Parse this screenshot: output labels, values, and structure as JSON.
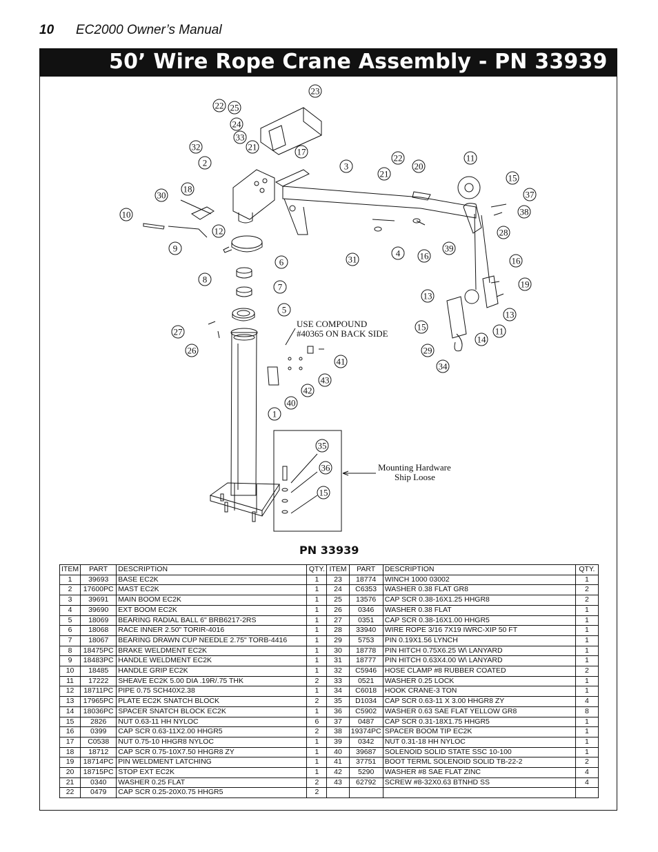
{
  "header": {
    "page_number": "10",
    "manual_title": "EC2000 Owner’s Manual"
  },
  "banner": {
    "title": "50’ Wire Rope Crane Assembly - PN 33939"
  },
  "drawing": {
    "note_line1": "USE COMPOUND",
    "note_line2": "#40365 ON BACK SIDE",
    "mount_line1": "Mounting Hardware",
    "mount_line2": "Ship Loose",
    "callouts": [
      "23",
      "22",
      "25",
      "24",
      "33",
      "32",
      "21",
      "2",
      "17",
      "3",
      "22",
      "21",
      "20",
      "11",
      "15",
      "37",
      "38",
      "18",
      "30",
      "10",
      "12",
      "9",
      "28",
      "39",
      "16",
      "31",
      "4",
      "6",
      "8",
      "7",
      "5",
      "16",
      "19",
      "13",
      "13",
      "15",
      "29",
      "14",
      "11",
      "34",
      "27",
      "26",
      "41",
      "43",
      "42",
      "40",
      "1",
      "35",
      "36",
      "15"
    ]
  },
  "table": {
    "heading": "PN 33939",
    "columns": [
      "ITEM",
      "PART",
      "DESCRIPTION",
      "QTY.",
      "ITEM",
      "PART",
      "DESCRIPTION",
      "QTY."
    ],
    "left": [
      {
        "item": "1",
        "part": "39693",
        "desc": "BASE EC2K",
        "qty": "1"
      },
      {
        "item": "2",
        "part": "17600PC",
        "desc": "MAST EC2K",
        "qty": "1"
      },
      {
        "item": "3",
        "part": "39691",
        "desc": "MAIN BOOM EC2K",
        "qty": "1"
      },
      {
        "item": "4",
        "part": "39690",
        "desc": "EXT BOOM EC2K",
        "qty": "1"
      },
      {
        "item": "5",
        "part": "18069",
        "desc": "BEARING RADIAL BALL 6\" BRB6217-2RS",
        "qty": "1"
      },
      {
        "item": "6",
        "part": "18068",
        "desc": "RACE INNER 2.50\"  TORIR-4016",
        "qty": "1"
      },
      {
        "item": "7",
        "part": "18067",
        "desc": "BEARING DRAWN CUP NEEDLE 2.75\"  TORB-4416",
        "qty": "1"
      },
      {
        "item": "8",
        "part": "18475PC",
        "desc": "BRAKE WELDMENT EC2K",
        "qty": "1"
      },
      {
        "item": "9",
        "part": "18483PC",
        "desc": "HANDLE WELDMENT EC2K",
        "qty": "1"
      },
      {
        "item": "10",
        "part": "18485",
        "desc": "HANDLE GRIP EC2K",
        "qty": "1"
      },
      {
        "item": "11",
        "part": "17222",
        "desc": "SHEAVE EC2K 5.00 DIA .19R/.75 THK",
        "qty": "2"
      },
      {
        "item": "12",
        "part": "18711PC",
        "desc": "PIPE 0.75 SCH40X2.38",
        "qty": "1"
      },
      {
        "item": "13",
        "part": "17965PC",
        "desc": "PLATE EC2K SNATCH BLOCK",
        "qty": "2"
      },
      {
        "item": "14",
        "part": "18036PC",
        "desc": "SPACER SNATCH BLOCK EC2K",
        "qty": "1"
      },
      {
        "item": "15",
        "part": "2826",
        "desc": "NUT 0.63-11 HH NYLOC",
        "qty": "6"
      },
      {
        "item": "16",
        "part": "0399",
        "desc": "CAP SCR 0.63-11X2.00 HHGR5",
        "qty": "2"
      },
      {
        "item": "17",
        "part": "C0538",
        "desc": "NUT 0.75-10 HHGR8 NYLOC",
        "qty": "1"
      },
      {
        "item": "18",
        "part": "18712",
        "desc": "CAP SCR 0.75-10X7.50 HHGR8 ZY",
        "qty": "1"
      },
      {
        "item": "19",
        "part": "18714PC",
        "desc": "PIN WELDMENT LATCHING",
        "qty": "1"
      },
      {
        "item": "20",
        "part": "18715PC",
        "desc": "STOP EXT EC2K",
        "qty": "1"
      },
      {
        "item": "21",
        "part": "0340",
        "desc": "WASHER 0.25 FLAT",
        "qty": "2"
      },
      {
        "item": "22",
        "part": "0479",
        "desc": "CAP SCR 0.25-20X0.75 HHGR5",
        "qty": "2"
      }
    ],
    "right": [
      {
        "item": "23",
        "part": "18774",
        "desc": "WINCH 1000  03002",
        "qty": "1"
      },
      {
        "item": "24",
        "part": "C6353",
        "desc": "WASHER 0.38 FLAT GR8",
        "qty": "2"
      },
      {
        "item": "25",
        "part": "13576",
        "desc": "CAP SCR 0.38-16X1.25 HHGR8",
        "qty": "2"
      },
      {
        "item": "26",
        "part": "0346",
        "desc": "WASHER 0.38 FLAT",
        "qty": "1"
      },
      {
        "item": "27",
        "part": "0351",
        "desc": "CAP SCR 0.38-16X1.00 HHGR5",
        "qty": "1"
      },
      {
        "item": "28",
        "part": "33940",
        "desc": "WIRE ROPE 3/16 7X19 IWRC-XIP 50 FT",
        "qty": "1"
      },
      {
        "item": "29",
        "part": "5753",
        "desc": "PIN 0.19X1.56 LYNCH",
        "qty": "1"
      },
      {
        "item": "30",
        "part": "18778",
        "desc": "PIN HITCH 0.75X6.25 W\\ LANYARD",
        "qty": "1"
      },
      {
        "item": "31",
        "part": "18777",
        "desc": "PIN HITCH 0.63X4.00 W\\ LANYARD",
        "qty": "1"
      },
      {
        "item": "32",
        "part": "C5946",
        "desc": "HOSE CLAMP #8 RUBBER COATED",
        "qty": "2"
      },
      {
        "item": "33",
        "part": "0521",
        "desc": "WASHER 0.25 LOCK",
        "qty": "1"
      },
      {
        "item": "34",
        "part": "C6018",
        "desc": "HOOK CRANE-3 TON",
        "qty": "1"
      },
      {
        "item": "35",
        "part": "D1034",
        "desc": "CAP SCR 0.63-11 X 3.00 HHGR8 ZY",
        "qty": "4"
      },
      {
        "item": "36",
        "part": "C5902",
        "desc": "WASHER 0.63 SAE FLAT YELLOW GR8",
        "qty": "8"
      },
      {
        "item": "37",
        "part": "0487",
        "desc": "CAP SCR 0.31-18X1.75 HHGR5",
        "qty": "1"
      },
      {
        "item": "38",
        "part": "19374PC",
        "desc": "SPACER BOOM TIP EC2K",
        "qty": "1"
      },
      {
        "item": "39",
        "part": "0342",
        "desc": "NUT 0.31-18 HH NYLOC",
        "qty": "1"
      },
      {
        "item": "40",
        "part": "39687",
        "desc": "SOLENOID SOLID STATE SSC 10-100",
        "qty": "1"
      },
      {
        "item": "41",
        "part": "37751",
        "desc": "BOOT TERML SOLENOID SOLID TB-22-2",
        "qty": "2"
      },
      {
        "item": "42",
        "part": "5290",
        "desc": "WASHER #8 SAE FLAT ZINC",
        "qty": "4"
      },
      {
        "item": "43",
        "part": "62792",
        "desc": "SCREW #8-32X0.63 BTNHD SS",
        "qty": "4"
      },
      {
        "item": "",
        "part": "",
        "desc": "",
        "qty": ""
      }
    ]
  }
}
